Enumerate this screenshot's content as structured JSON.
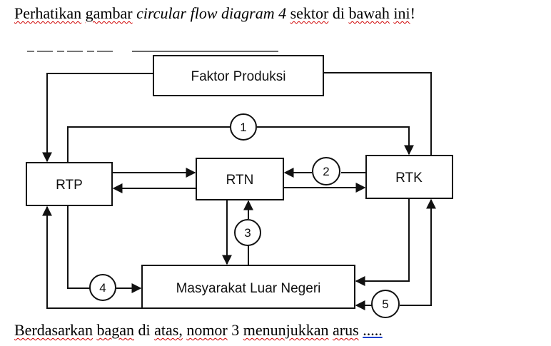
{
  "question": {
    "w1": "Perhatikan",
    "w2": "gambar",
    "w3": "circular flow diagram 4",
    "w4": "sektor",
    "w5": "di",
    "w6": "bawah",
    "w7": "ini",
    "w8": "!"
  },
  "diagram": {
    "boxes": {
      "faktor": "Faktor Produksi",
      "rtp": "RTP",
      "rtn": "RTN",
      "rtk": "RTK",
      "mln": "Masyarakat Luar Negeri"
    },
    "markers": [
      "1",
      "2",
      "3",
      "4",
      "5"
    ]
  },
  "prompt": {
    "w1": "Berdasarkan",
    "w2": "bagan",
    "w3": "di",
    "w4": "atas,",
    "w5": "nomor",
    "w6": "3",
    "w7": "menunjukkan",
    "w8": "arus",
    "w9": "....."
  }
}
